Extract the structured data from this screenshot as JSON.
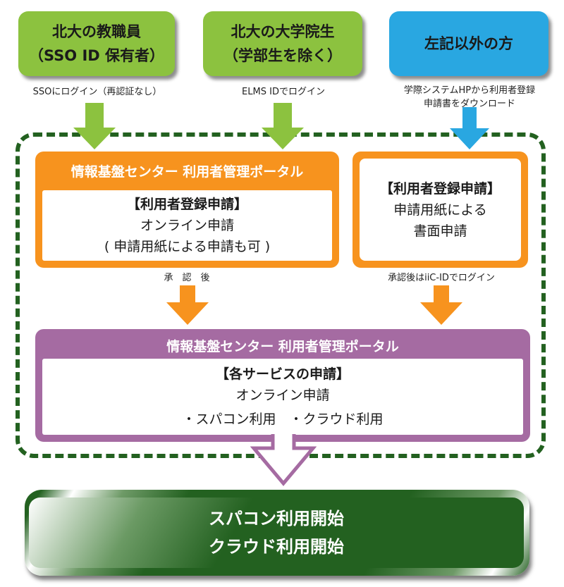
{
  "audiences": [
    {
      "lines": [
        "北大の教職員",
        "（SSO ID 保有者）"
      ],
      "color": "#8cc23f",
      "caption": [
        "SSOにログイン（再認証なし）"
      ]
    },
    {
      "lines": [
        "北大の大学院生",
        "（学部生を除く）"
      ],
      "color": "#8cc23f",
      "caption": [
        "ELMS IDでログイン"
      ]
    },
    {
      "lines": [
        "左記以外の方"
      ],
      "color": "#29a7e1",
      "caption": [
        "学際システムHPから利用者登録",
        "申請書をダウンロード"
      ]
    }
  ],
  "registration_online": {
    "title": "情報基盤センター 利用者管理ポータル",
    "heading": "【利用者登録申請】",
    "lines": [
      "オンライン申請",
      "( 申請用紙による申請も可 )"
    ],
    "after_caption": "承　認　後"
  },
  "registration_paper": {
    "heading": "【利用者登録申請】",
    "lines": [
      "申請用紙による",
      "書面申請"
    ],
    "after_caption": "承認後はiiC-IDでログイン"
  },
  "service_application": {
    "title": "情報基盤センター 利用者管理ポータル",
    "heading": "【各サービスの申請】",
    "lines": [
      "オンライン申請",
      "・スパコン利用　・クラウド利用"
    ]
  },
  "final": {
    "lines": [
      "スパコン利用開始",
      "クラウド利用開始"
    ]
  },
  "colors": {
    "green_audience": "#8cc23f",
    "blue_audience": "#29a7e1",
    "orange": "#f7931e",
    "purple": "#a56ba2",
    "dark_green": "#236120"
  }
}
